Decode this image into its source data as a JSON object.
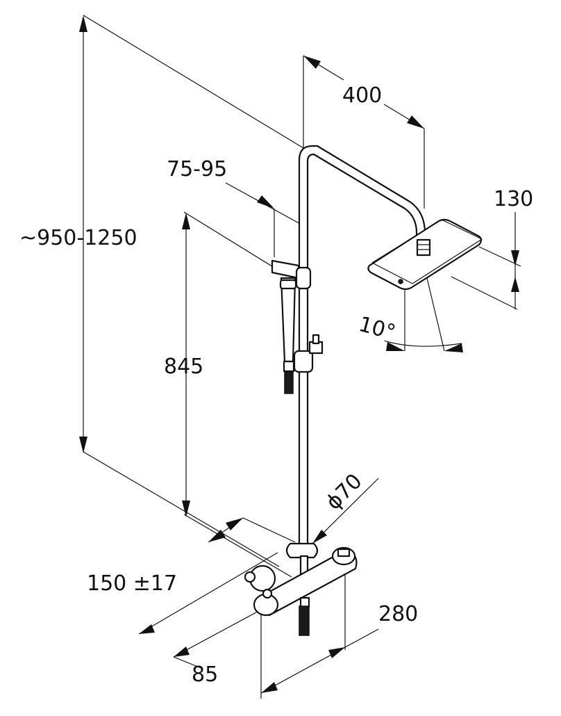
{
  "dimensions": {
    "total_height": "~950-1250",
    "head_projection": "400",
    "head_height": "130",
    "holder_range": "75-95",
    "holder_height": "845",
    "angle": "10°",
    "bracket_diameter": "ϕ70",
    "center_distance": "150 ±17",
    "wall_distance": "85",
    "mixer_width": "280"
  },
  "colors": {
    "line": "#111111",
    "background": "#ffffff"
  }
}
